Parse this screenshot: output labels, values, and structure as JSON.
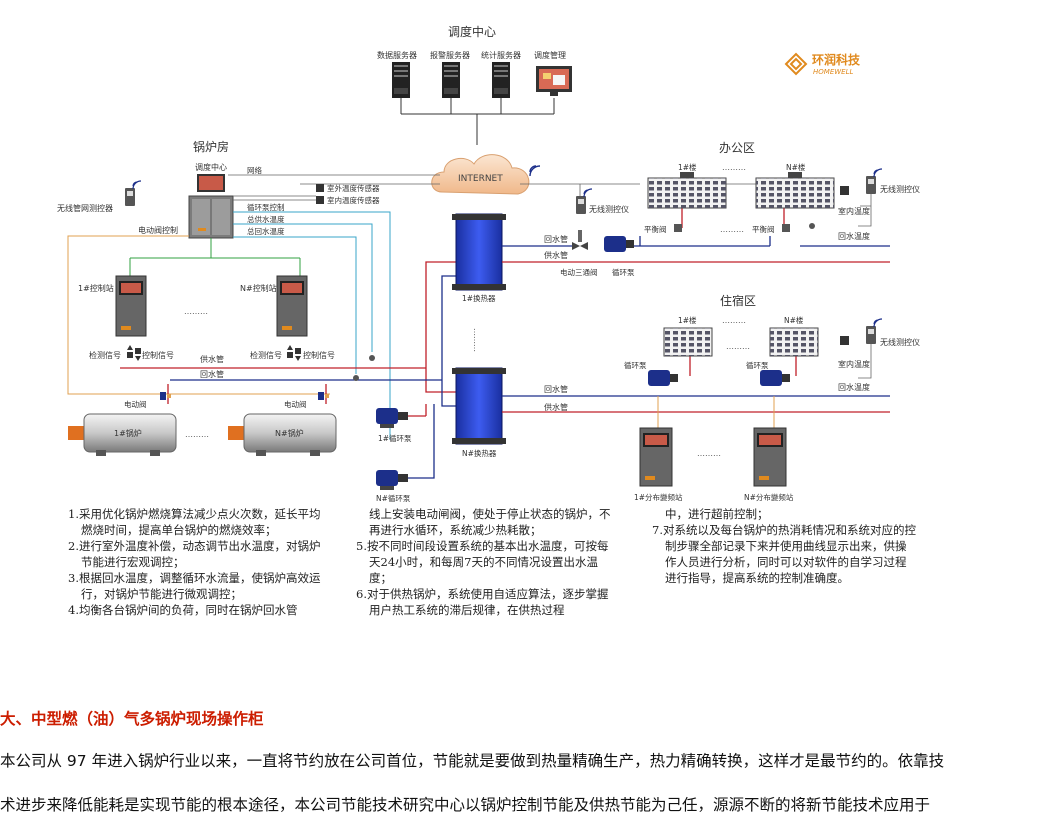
{
  "diagram": {
    "dispatch_center": "调度中心",
    "servers": [
      "数据服务器",
      "报警服务器",
      "统计服务器",
      "调度管理"
    ],
    "logo": {
      "name": "环润科技",
      "sub": "HOMEWELL",
      "color": "#e08a1e"
    },
    "internet": "INTERNET",
    "boiler_room": "锅炉房",
    "monitor_center": "调度中心",
    "network": "网络",
    "wireless_pipe_meter": "无线管网测控器",
    "outdoor_temp_sensor": "室外温度传感器",
    "indoor_temp_sensor": "室内温度传感器",
    "pump_control": "循环泵控制",
    "supply_temp": "总供水温度",
    "return_temp": "总回水温度",
    "valve_control": "电动阀控制",
    "control_station_1": "1#控制站",
    "control_station_n": "N#控制站",
    "detect_signal": "检测信号",
    "control_signal": "控制信号",
    "supply_pipe": "供水管",
    "return_pipe": "回水管",
    "electric_valve": "电动阀",
    "boiler_1": "1#锅炉",
    "boiler_n": "N#锅炉",
    "pump_1": "1#循环泵",
    "pump_n": "N#循环泵",
    "exchanger_1": "1#换热器",
    "exchanger_n": "N#换热器",
    "office_area": "办公区",
    "residential_area": "住宿区",
    "building_1": "1#楼",
    "building_n": "N#楼",
    "wireless_meter": "无线测控仪",
    "indoor_temp": "室内温度",
    "return_temp_short": "回水温度",
    "balance_valve": "平衡阀",
    "three_way_valve": "电动三通阀",
    "circ_pump": "循环泵",
    "dist_station_1": "1#分布變频站",
    "dist_station_n": "N#分布變频站",
    "dots": "………"
  },
  "notes": {
    "col1": [
      "1.采用优化锅炉燃烧算法减少点火次数，延长平均燃烧时间，提高单台锅炉的燃烧效率；",
      "2.进行室外温度补偿，动态调节出水温度，对锅炉节能进行宏观调控；",
      "3.根据回水温度，调整循环水流量，使锅炉高效运行，对锅炉节能进行微观调控；",
      "4.均衡各台锅炉间的负荷，同时在锅炉回水管"
    ],
    "col2": [
      "线上安装电动闸阀，使处于停止状态的锅炉，不再进行水循环，系统减少热耗散；",
      "5.按不同时间段设置系统的基本出水温度，可按每天24小时，和每周7天的不同情况设置出水温度；",
      "6.对于供热锅炉，系统使用自适应算法，逐步掌握用户热工系统的滞后规律，在供热过程"
    ],
    "col3": [
      "中，进行超前控制；",
      "7.对系统以及每台锅炉的热消耗情况和系统对应的控制步骤全部记录下来并使用曲线显示出来，供操作人员进行分析，同时可以对软件的自学习过程进行指导，提高系统的控制准确度。"
    ]
  },
  "section": {
    "heading": "大、中型燃（油）气多锅炉现场操作柜",
    "paragraph_line1": "本公司从 97 年进入锅炉行业以来，一直将节约放在公司首位，节能就是要做到热量精确生产，热力精确转换，这样才是最节约的。依靠技",
    "paragraph_line2": "术进步来降低能耗是实现节能的根本途径，本公司节能技术研究中心以锅炉控制节能及供热节能为己任，源源不断的将新节能技术应用于"
  },
  "colors": {
    "supply": "#c0202a",
    "return": "#1c2f8a",
    "signal_orange": "#e0a050",
    "signal_cyan": "#3aa6c8",
    "signal_green": "#30a040",
    "heading": "#cc1d00"
  }
}
